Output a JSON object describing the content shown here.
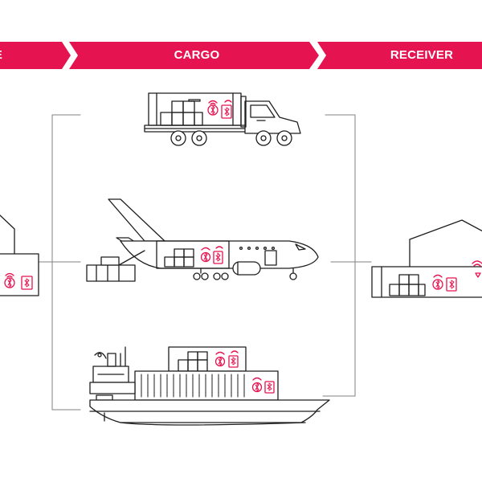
{
  "stages": [
    "E",
    "CARGO",
    "RECEIVER"
  ],
  "colors": {
    "accent": "#e5134f",
    "line": "#1e1e1e",
    "connector": "#808080",
    "background": "#ffffff"
  },
  "icons": [
    "bluetooth-icon",
    "wifi-signal-icon",
    "cellular-tracker-icon"
  ]
}
